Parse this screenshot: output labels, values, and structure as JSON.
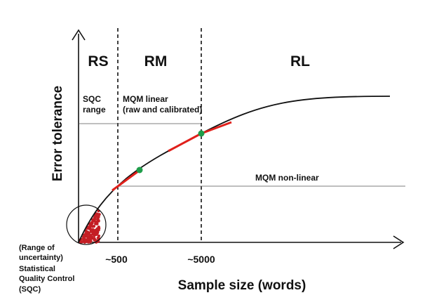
{
  "diagram": {
    "regions": {
      "rs": "RS",
      "rm": "RM",
      "rl": "RL"
    },
    "labels": {
      "sqc_range": [
        "SQC",
        "range"
      ],
      "mqm_linear": [
        "MQM linear",
        "(raw and calibrated)"
      ],
      "mqm_nonlinear": "MQM non-linear",
      "sqc_note": [
        "(Range of",
        "uncertainty)",
        "Statistical",
        "Quality Control",
        "(SQC)"
      ]
    },
    "axes": {
      "x_title": "Sample size (words)",
      "y_title": "Error tolerance",
      "x_ticks": [
        "~500",
        "~5000"
      ]
    },
    "colors": {
      "curve": "#111111",
      "linear_segment": "#e0201b",
      "marker": "#1f9d4a",
      "uncertainty_dots": "#c41e24"
    }
  }
}
